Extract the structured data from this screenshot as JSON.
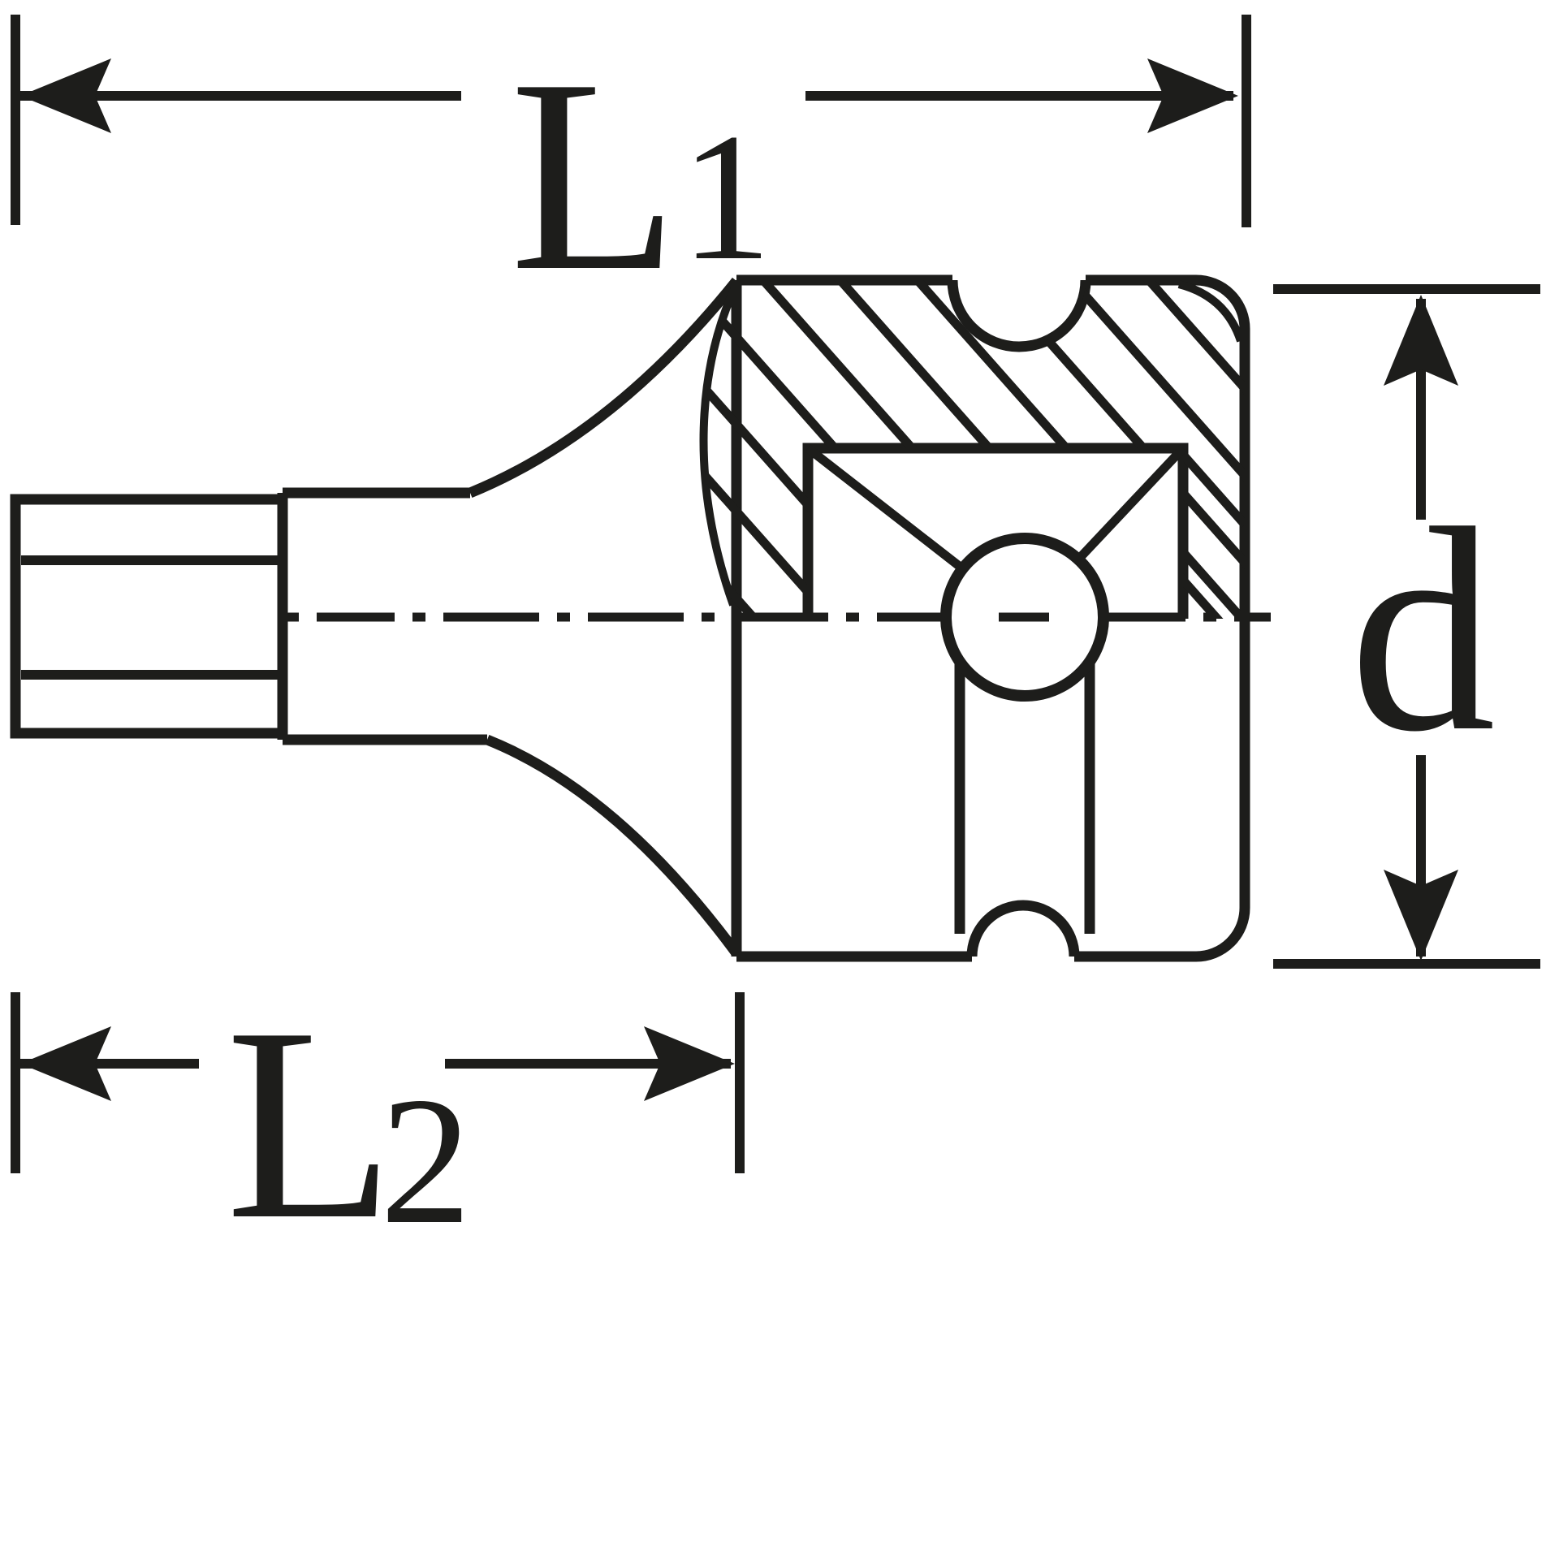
{
  "drawing": {
    "description": "technical dimension drawing of a hex bit socket in half section",
    "labels": {
      "l1": {
        "letter": "L",
        "subscript": "1"
      },
      "l2": {
        "letter": "L",
        "subscript": "2"
      },
      "d": {
        "letter": "d"
      }
    },
    "colors": {
      "ink": "#1d1d1b",
      "background": "#ffffff"
    }
  }
}
